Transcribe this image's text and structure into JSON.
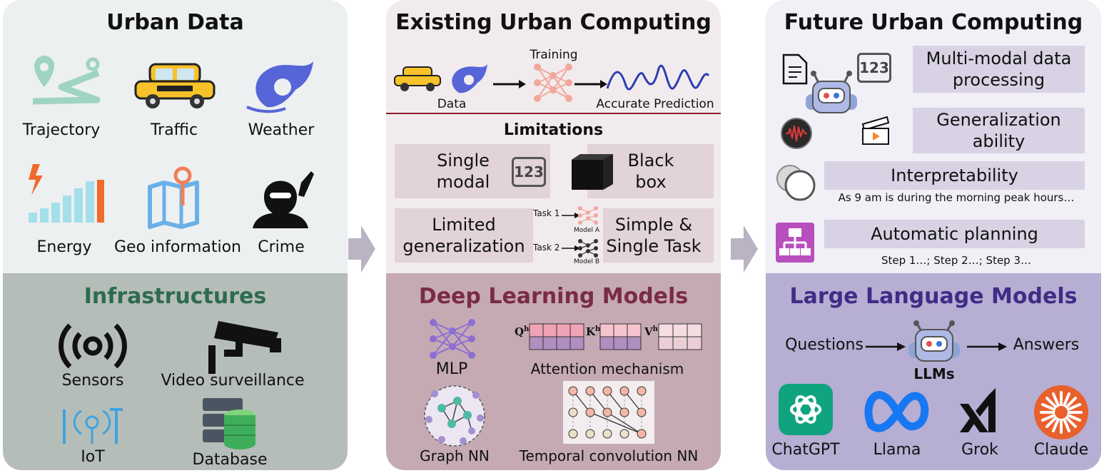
{
  "urban_data": {
    "title": "Urban Data",
    "items": [
      "Trajectory",
      "Traffic",
      "Weather",
      "Energy",
      "Geo information",
      "Crime"
    ]
  },
  "infrastructures": {
    "title": "Infrastructures",
    "items": [
      "Sensors",
      "Video surveillance",
      "IoT",
      "Database"
    ]
  },
  "existing": {
    "title": "Existing Urban Computing",
    "data_label": "Data",
    "training_label": "Training",
    "prediction_label": "Accurate Prediction",
    "limitations_title": "Limitations",
    "single_modal": "Single modal",
    "badge_123": "123",
    "black_box": "Black box",
    "limited_generalization": "Limited generalization",
    "task1": "Task 1",
    "task2": "Task 2",
    "model_a": "Model A",
    "model_b": "Model B",
    "simple_task": "Simple & Single Task"
  },
  "deep_learning": {
    "title": "Deep Learning Models",
    "mlp": "MLP",
    "attention": "Attention mechanism",
    "q_label": "Q",
    "k_label": "K",
    "v_label": "V",
    "h_sup": "h",
    "graph_nn": "Graph NN",
    "tcn": "Temporal convolution NN"
  },
  "future": {
    "title": "Future Urban Computing",
    "badge_123": "123",
    "multimodal": "Multi-modal data processing",
    "generalization": "Generalization ability",
    "interpretability": "Interpretability",
    "interp_example": "As 9 am is during the morning peak hours…",
    "planning": "Automatic planning",
    "planning_example": "Step 1…; Step 2…; Step 3…"
  },
  "llm": {
    "title": "Large Language Models",
    "questions": "Questions",
    "answers": "Answers",
    "llms_label": "LLMs",
    "models": [
      "ChatGPT",
      "Llama",
      "Grok",
      "Claude"
    ]
  },
  "colors": {
    "panel1_top": "#edf0f0",
    "panel1_bottom": "#b5bdb8",
    "infra_title": "#2e6b4e",
    "panel2_top": "#f2ebee",
    "panel2_bottom": "#c5aab3",
    "dl_title": "#7a2b45",
    "panel3_top": "#f1f0f6",
    "panel3_bottom": "#b7aed3",
    "llm_title": "#3d2d86",
    "arrow": "#b9b3c4"
  }
}
